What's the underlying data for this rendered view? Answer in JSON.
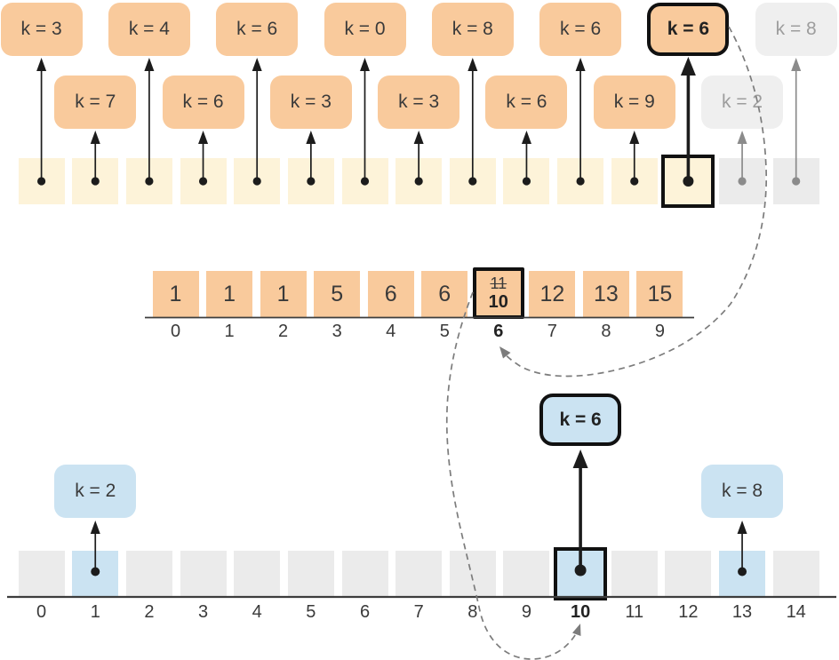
{
  "colors": {
    "peach": "#F9CA9C",
    "cream": "#FDF3D9",
    "blue": "#CBE3F2",
    "gray_cell": "#EBEBEB",
    "gray_label_bg": "#EFEFEF",
    "text_dark": "#3A3A3A",
    "text_gray": "#9D9D9D",
    "outline_black": "#111111",
    "arrow_black": "#1C1C1C",
    "arrow_gray": "#8B8B8B",
    "dashed_gray": "#7C7C7C",
    "baseline": "#3D3D3D"
  },
  "top_row": {
    "items": [
      {
        "k": "k = 3",
        "tier": "tall",
        "style": "active"
      },
      {
        "k": "k = 7",
        "tier": "short",
        "style": "active"
      },
      {
        "k": "k = 4",
        "tier": "tall",
        "style": "active"
      },
      {
        "k": "k = 6",
        "tier": "short",
        "style": "active"
      },
      {
        "k": "k = 6",
        "tier": "tall",
        "style": "active"
      },
      {
        "k": "k = 3",
        "tier": "short",
        "style": "active"
      },
      {
        "k": "k = 0",
        "tier": "tall",
        "style": "active"
      },
      {
        "k": "k = 3",
        "tier": "short",
        "style": "active"
      },
      {
        "k": "k = 8",
        "tier": "tall",
        "style": "active"
      },
      {
        "k": "k = 6",
        "tier": "short",
        "style": "active"
      },
      {
        "k": "k = 6",
        "tier": "tall",
        "style": "active"
      },
      {
        "k": "k = 9",
        "tier": "short",
        "style": "active"
      },
      {
        "k": "k = 6",
        "tier": "tall",
        "style": "selected"
      },
      {
        "k": "k = 2",
        "tier": "short",
        "style": "inactive"
      },
      {
        "k": "k = 8",
        "tier": "tall",
        "style": "inactive"
      }
    ]
  },
  "middle_array": {
    "indices": [
      "0",
      "1",
      "2",
      "3",
      "4",
      "5",
      "6",
      "7",
      "8",
      "9"
    ],
    "selected_index": "6",
    "cells": [
      {
        "value": "1"
      },
      {
        "value": "1"
      },
      {
        "value": "1"
      },
      {
        "value": "5"
      },
      {
        "value": "6"
      },
      {
        "value": "6"
      },
      {
        "old_value": "11",
        "value": "10",
        "selected": true
      },
      {
        "value": "12"
      },
      {
        "value": "13"
      },
      {
        "value": "15"
      }
    ]
  },
  "bottom_row": {
    "indices": [
      "0",
      "1",
      "2",
      "3",
      "4",
      "5",
      "6",
      "7",
      "8",
      "9",
      "10",
      "11",
      "12",
      "13",
      "14"
    ],
    "selected_index": "10",
    "highlights": [
      {
        "index": 1,
        "k": "k = 2",
        "style": "highlight"
      },
      {
        "index": 10,
        "k": "k = 6",
        "style": "selected"
      },
      {
        "index": 13,
        "k": "k = 8",
        "style": "highlight"
      }
    ]
  },
  "dashed_links": [
    {
      "from": "top-query-12",
      "to": "middle-index-6"
    },
    {
      "from": "middle-cell-6",
      "to": "bottom-index-10"
    }
  ]
}
